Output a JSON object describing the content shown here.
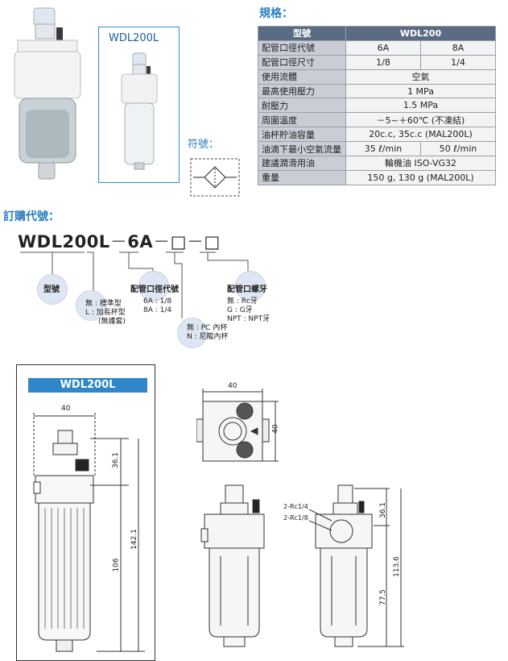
{
  "spec_heading": "規格：",
  "symbol_label": "符號：",
  "product_label": "WDL200L",
  "order_heading": "訂購代號：",
  "order_code": {
    "model": "WDL200L",
    "dash1": "－",
    "size": "6A",
    "dash2": "－",
    "box1": "□",
    "dash3": "－",
    "box2": "□"
  },
  "order_labels": {
    "model": "型號",
    "size_title": "配管口徑代號",
    "size_6a": "6A : 1/8",
    "size_8a": "8A : 1/4",
    "thread_title": "配管口螺牙",
    "thread_rc": "無 : Rc牙",
    "thread_g": "G : G牙",
    "thread_npt": "NPT : NPT牙",
    "cup_std": "無 : 標準型",
    "cup_l": "L : 加長杯型",
    "cup_l2": "(無護套)",
    "fit_pc": "無 : PC 內杯",
    "fit_n": "N : 尼龍內杯"
  },
  "spec_table": {
    "header": [
      "型號",
      "WDL200"
    ],
    "rows": [
      {
        "label": "配管口徑代號",
        "cells": [
          "6A",
          "8A"
        ]
      },
      {
        "label": "配管口徑尺寸",
        "cells": [
          "1/8",
          "1/4"
        ]
      },
      {
        "label": "使用流體",
        "cells": [
          "空氣"
        ]
      },
      {
        "label": "最高使用壓力",
        "cells": [
          "1 MPa"
        ]
      },
      {
        "label": "耐壓力",
        "cells": [
          "1.5 MPa"
        ]
      },
      {
        "label": "周圍溫度",
        "cells": [
          "－5~＋60℃ (不凍結)"
        ]
      },
      {
        "label": "油杯貯油容量",
        "cells": [
          "20c.c, 35c.c (MAL200L)"
        ]
      },
      {
        "label": "油滴下最小空氣流量",
        "cells": [
          "35 ℓ/min",
          "50 ℓ/min"
        ]
      },
      {
        "label": "建議潤滑用油",
        "cells": [
          "輪機油 ISO-VG32"
        ]
      },
      {
        "label": "重量",
        "cells": [
          "150 g, 130 g (MAL200L)"
        ]
      }
    ]
  },
  "drawing": {
    "title": "WDL200L",
    "dim_left_width": "40",
    "dim_left_top": "36.1",
    "dim_left_total": "142.1",
    "dim_left_body": "106",
    "dim_top_width": "40",
    "dim_top_height": "40",
    "port1": "2-Rc1/4",
    "port2": "2-Rc1/8",
    "dim_right_top": "36.1",
    "dim_right_total": "113.6",
    "dim_right_body": "77.5"
  }
}
